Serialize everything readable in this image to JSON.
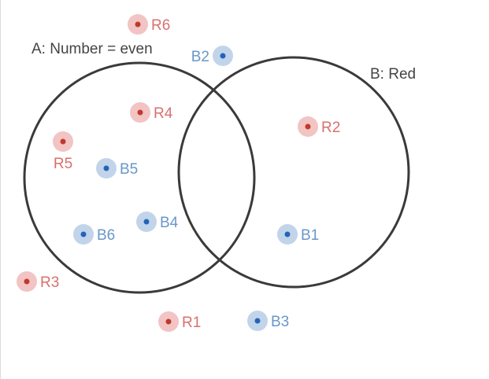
{
  "diagram": {
    "sets": [
      {
        "id": "A",
        "label": "A: Number = even"
      },
      {
        "id": "B",
        "label": "B: Red"
      }
    ],
    "colors": {
      "red_halo": "#f2c4c4",
      "red_dot": "#c0392b",
      "red_text": "#d9706e",
      "blue_halo": "#c2d4ea",
      "blue_dot": "#2563b8",
      "blue_text": "#6a97c9",
      "circle_stroke": "#3a3a3a"
    },
    "points": [
      {
        "label": "R6",
        "color": "red"
      },
      {
        "label": "B2",
        "color": "blue"
      },
      {
        "label": "R4",
        "color": "red"
      },
      {
        "label": "R2",
        "color": "red"
      },
      {
        "label": "R5",
        "color": "red"
      },
      {
        "label": "B5",
        "color": "blue"
      },
      {
        "label": "B4",
        "color": "blue"
      },
      {
        "label": "B6",
        "color": "blue"
      },
      {
        "label": "B1",
        "color": "blue"
      },
      {
        "label": "R3",
        "color": "red"
      },
      {
        "label": "R1",
        "color": "red"
      },
      {
        "label": "B3",
        "color": "blue"
      }
    ]
  }
}
